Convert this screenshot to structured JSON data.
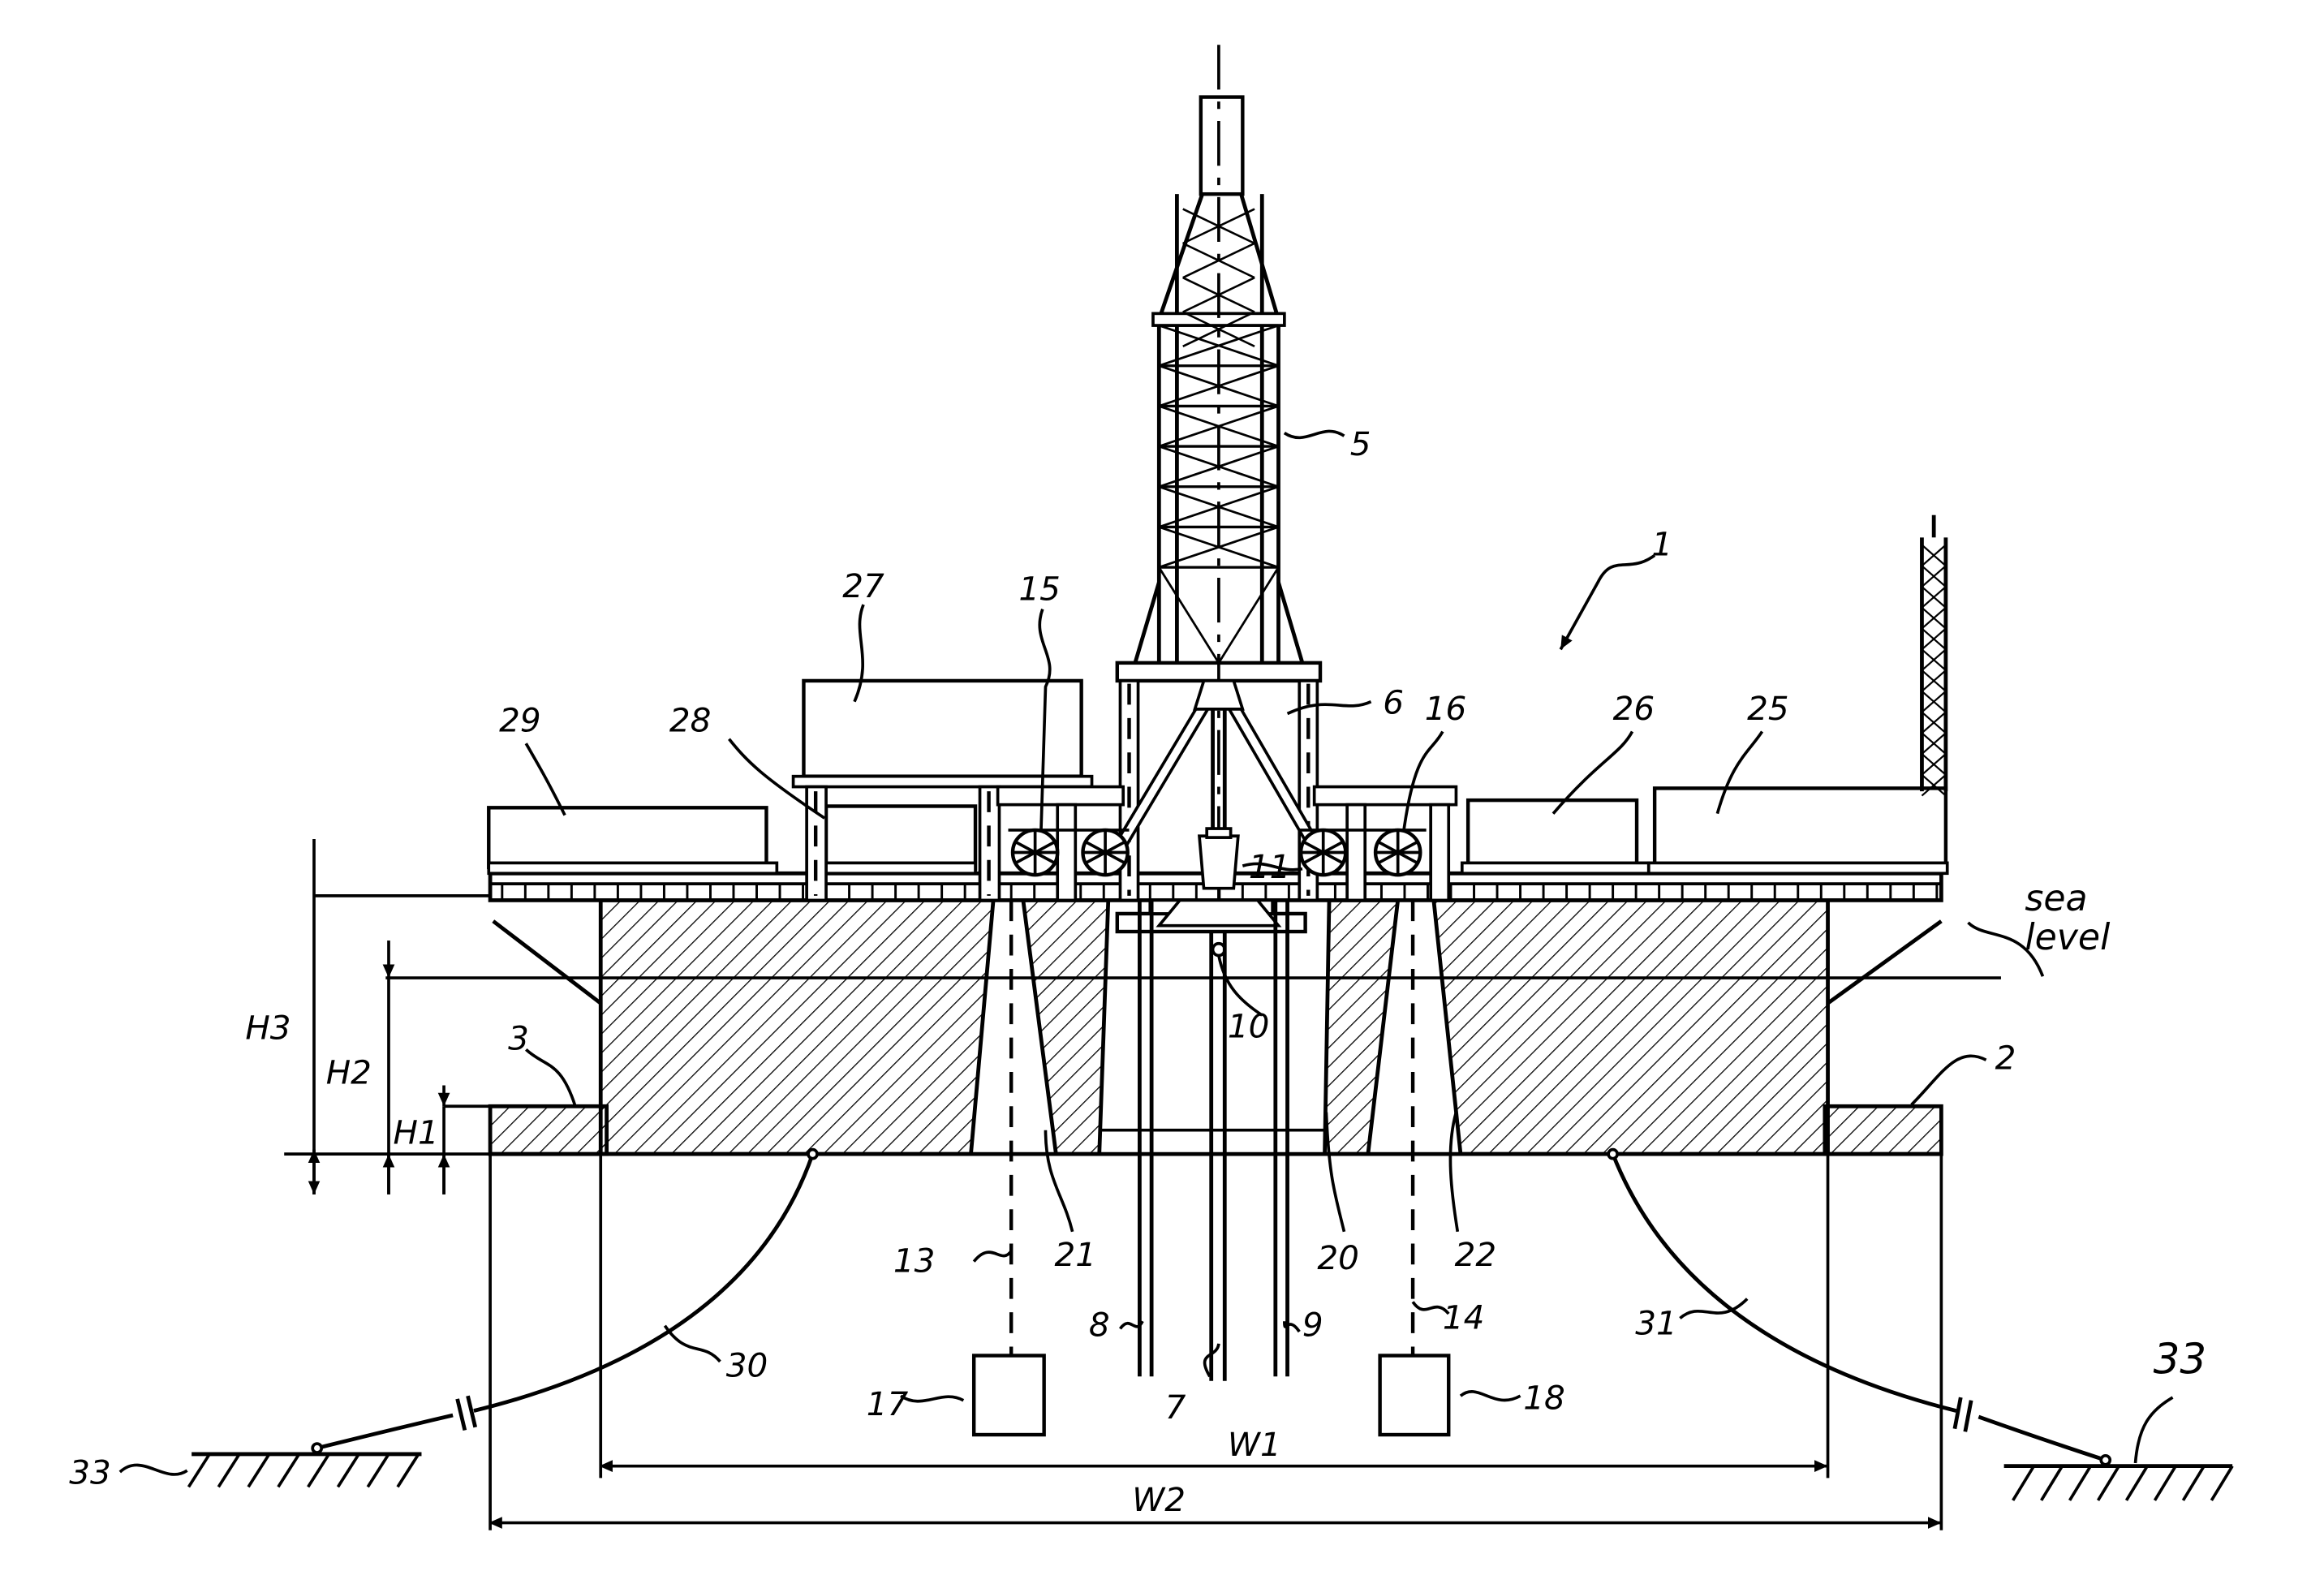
{
  "labels": {
    "rig": "1",
    "pontoon_right": "2",
    "pontoon_left": "3",
    "derrick": "5",
    "crown": "6",
    "drill_string": "7",
    "riser_left": "8",
    "riser_right": "9",
    "bop": "10",
    "top_drive": "11",
    "line_left": "13",
    "line_right": "14",
    "winch_left": "15",
    "winch_right": "16",
    "weight_left": "17",
    "weight_right": "18",
    "moonpool": "20",
    "column_left": "21",
    "column_right": "22",
    "module_25": "25",
    "module_26": "26",
    "module_27": "27",
    "module_28": "28",
    "module_29": "29",
    "mooring_left": "30",
    "mooring_right": "31",
    "seabed_left": "33",
    "seabed_right": "33"
  },
  "dimensions": {
    "h1": "H1",
    "h2": "H2",
    "h3": "H3",
    "w1": "W1",
    "w2": "W2"
  },
  "annotation": {
    "sea_line1": "sea",
    "sea_line2": "level"
  }
}
